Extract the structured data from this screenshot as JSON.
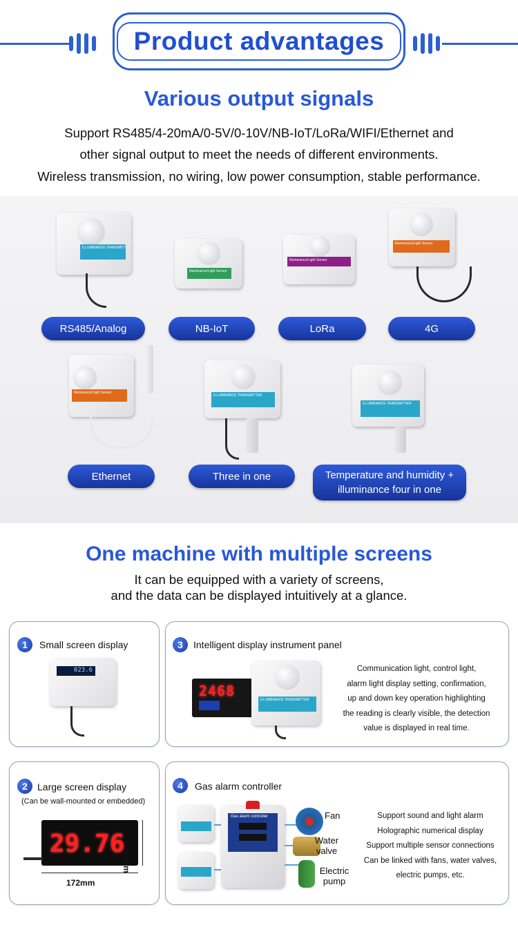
{
  "banner": {
    "title": "Product advantages"
  },
  "section_outputs": {
    "heading": "Various output signals",
    "lines": [
      "Support RS485/4-20mA/0-5V/0-10V/NB-IoT/LoRa/WIFI/Ethernet and",
      "other signal output to meet the needs of different environments.",
      "Wireless transmission, no wiring, low power consumption, stable performance."
    ],
    "products": [
      {
        "label": "RS485/Analog",
        "device_label": "ILLUMINANCE TRANSMITTER",
        "color": "#2aa6c9"
      },
      {
        "label": "NB-IoT",
        "device_label": "Illuminance/Light Sensor",
        "color": "#2e9e5a"
      },
      {
        "label": "LoRa",
        "device_label": "Illuminance/Light Sensor",
        "color": "#8e1f8a"
      },
      {
        "label": "4G",
        "device_label": "Illuminance/Light Sensor",
        "color": "#e06a1b"
      },
      {
        "label": "Ethernet",
        "device_label": "Illuminance/Light Sensor",
        "color": "#e06a1b"
      },
      {
        "label": "Three in one",
        "device_label": "ILLUMINANCE TRANSMITTER",
        "color": "#2aa6c9"
      },
      {
        "label": "Temperature and humidity + illuminance four in one",
        "device_label": "ILLUMINANCE TRANSMITTER",
        "color": "#2aa6c9"
      }
    ]
  },
  "section_screens": {
    "heading": "One machine with multiple screens",
    "lines": [
      "It can be equipped with a variety of screens,",
      "and the data can be displayed intuitively at a glance."
    ],
    "cards": [
      {
        "num": "1",
        "title": "Small screen display",
        "lcd_text": "023.6"
      },
      {
        "num": "3",
        "title": "Intelligent display instrument panel",
        "panel_text": "2468",
        "device_label": "ILLUMINANCE TRANSMITTER",
        "desc": [
          "Communication light, control light,",
          "alarm light display setting, confirmation,",
          "up and down key operation highlighting",
          "the reading is clearly visible, the detection",
          "value is displayed in real time."
        ]
      },
      {
        "num": "2",
        "title": "Large screen display",
        "note": "(Can be wall-mounted or embedded)",
        "led_text": "29.76",
        "width_label": "172mm",
        "height_label": "93mm"
      },
      {
        "num": "4",
        "title": "Gas alarm controller",
        "controller_label": "Gas alarm controller",
        "outputs": [
          "Fan",
          "Water valve",
          "Electric pump"
        ],
        "desc": [
          "Support sound and light alarm",
          "Holographic numerical display",
          "Support multiple sensor connections",
          "Can be linked with fans, water valves,",
          "electric pumps, etc."
        ]
      }
    ]
  }
}
